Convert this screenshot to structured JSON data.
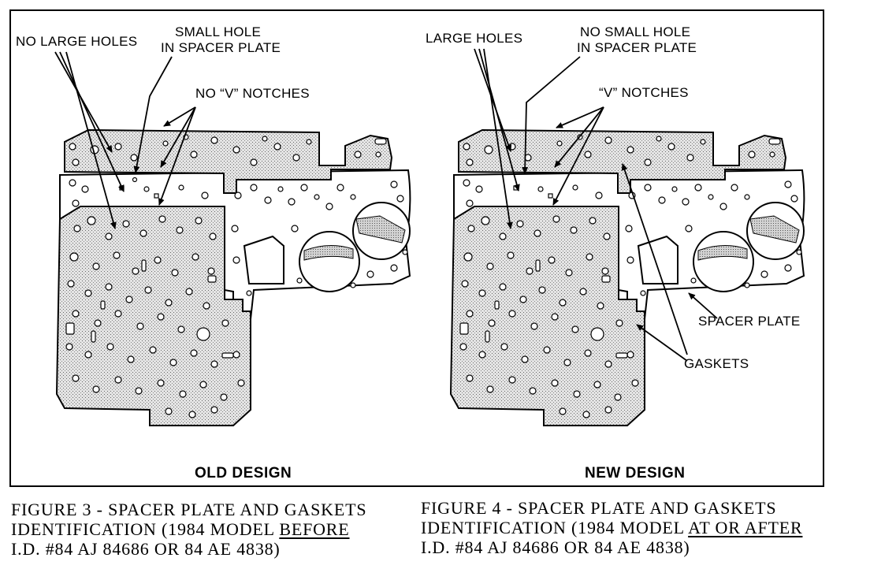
{
  "left": {
    "labels": {
      "no_large_holes": "NO LARGE HOLES",
      "small_hole_line1": "SMALL HOLE",
      "small_hole_line2": "IN SPACER PLATE",
      "no_v_notches": "NO “V” NOTCHES"
    },
    "design_title": "OLD DESIGN",
    "caption": {
      "line1": "FIGURE 3 - SPACER PLATE AND GASKETS",
      "line2_prefix": "IDENTIFICATION (1984 MODEL ",
      "line2_underlined": "BEFORE",
      "line3": "I.D. #84 AJ 84686 OR 84 AE 4838)"
    }
  },
  "right": {
    "labels": {
      "large_holes": "LARGE HOLES",
      "no_small_hole_line1": "NO SMALL HOLE",
      "no_small_hole_line2": "IN SPACER PLATE",
      "v_notches": "“V” NOTCHES",
      "spacer_plate": "SPACER PLATE",
      "gaskets": "GASKETS"
    },
    "design_title": "NEW DESIGN",
    "caption": {
      "line1": "FIGURE 4 - SPACER PLATE AND GASKETS",
      "line2_prefix": "IDENTIFICATION (1984 MODEL ",
      "line2_underlined": "AT OR AFTER",
      "line3": "I.D. #84 AJ 84686 OR 84 AE 4838)"
    }
  }
}
